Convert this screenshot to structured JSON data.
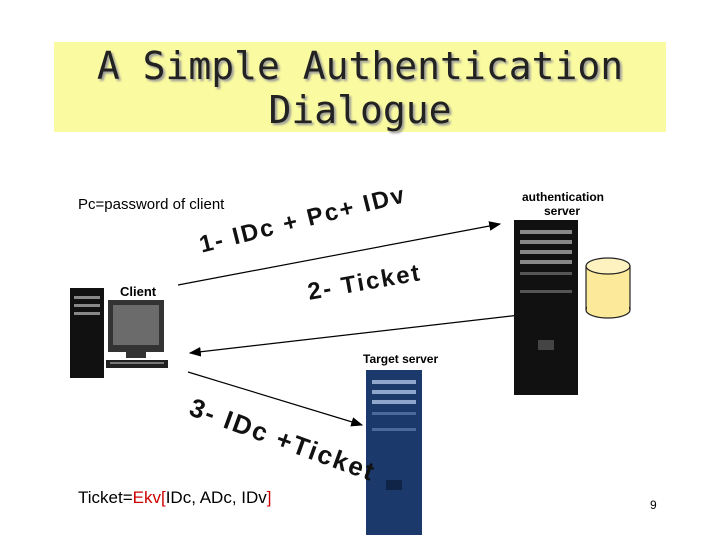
{
  "title": {
    "line1": "A Simple Authentication",
    "line2": "Dialogue"
  },
  "pc_definition": "Pc=password of client",
  "messages": {
    "msg1": "1- IDc + Pc+ IDv",
    "msg2": "2- Ticket",
    "msg3_prefix": "3-",
    "msg3_rest": " IDc +Ticket"
  },
  "ticket_definition": {
    "prefix": "Ticket=",
    "func": "Ekv[",
    "args": "IDc, ADc, IDv",
    "close": "]"
  },
  "labels": {
    "client": "Client",
    "auth_server_line1": "authentication",
    "auth_server_line2": "server",
    "target_server": "Target server"
  },
  "page_number": "9",
  "colors": {
    "title_bg": "#fafaa0",
    "accent_red": "#cc0000",
    "db_fill": "#fde99a"
  }
}
